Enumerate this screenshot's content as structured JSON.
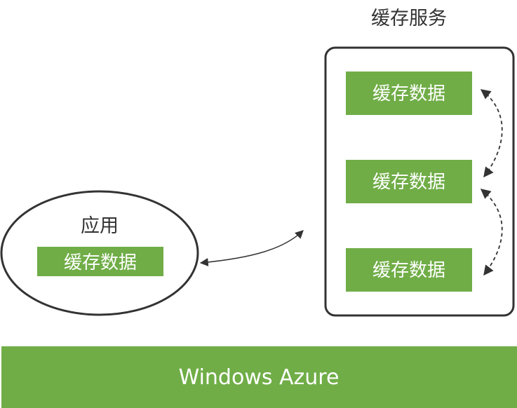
{
  "colors": {
    "block": "#70ad47",
    "outline": "#333333",
    "text_dark": "#333333",
    "text_light": "#ffffff"
  },
  "cache_service": {
    "title": "缓存服务",
    "blocks": [
      {
        "label": "缓存数据"
      },
      {
        "label": "缓存数据"
      },
      {
        "label": "缓存数据"
      }
    ]
  },
  "application": {
    "title": "应用",
    "block_label": "缓存数据"
  },
  "platform": {
    "label": "Windows Azure"
  }
}
